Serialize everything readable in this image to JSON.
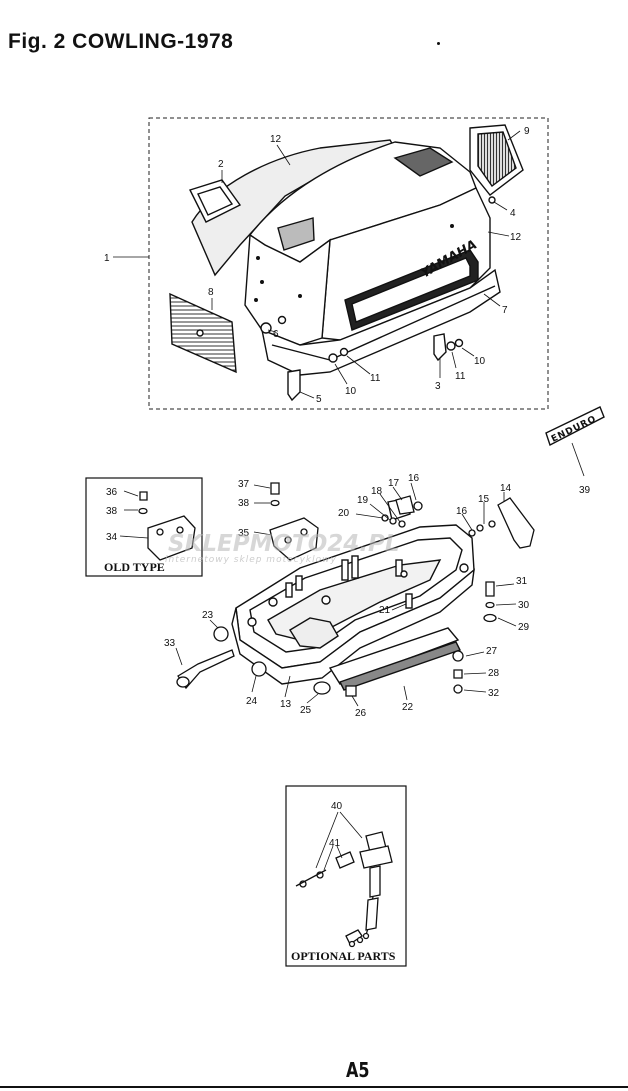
{
  "header": {
    "title": "Fig. 2  COWLING-1978"
  },
  "footer": {
    "page": "A5"
  },
  "boxes": {
    "old_type": "OLD TYPE",
    "optional": "OPTIONAL PARTS"
  },
  "badge_text": "ENDURO",
  "watermark": {
    "main": "SKLEPMOTO24.PL",
    "sub": "internetowy sklep motocyklowy"
  },
  "callouts": {
    "top": [
      "1",
      "2",
      "3",
      "4",
      "5",
      "6",
      "7",
      "8",
      "9",
      "10",
      "10",
      "11",
      "11",
      "12",
      "12"
    ],
    "bottom": [
      "13",
      "14",
      "15",
      "16",
      "16",
      "17",
      "18",
      "19",
      "20",
      "21",
      "22",
      "23",
      "24",
      "25",
      "26",
      "27",
      "28",
      "29",
      "30",
      "31",
      "32",
      "33",
      "34",
      "35",
      "36",
      "37",
      "38",
      "38",
      "39"
    ],
    "optional": [
      "40",
      "41"
    ]
  }
}
